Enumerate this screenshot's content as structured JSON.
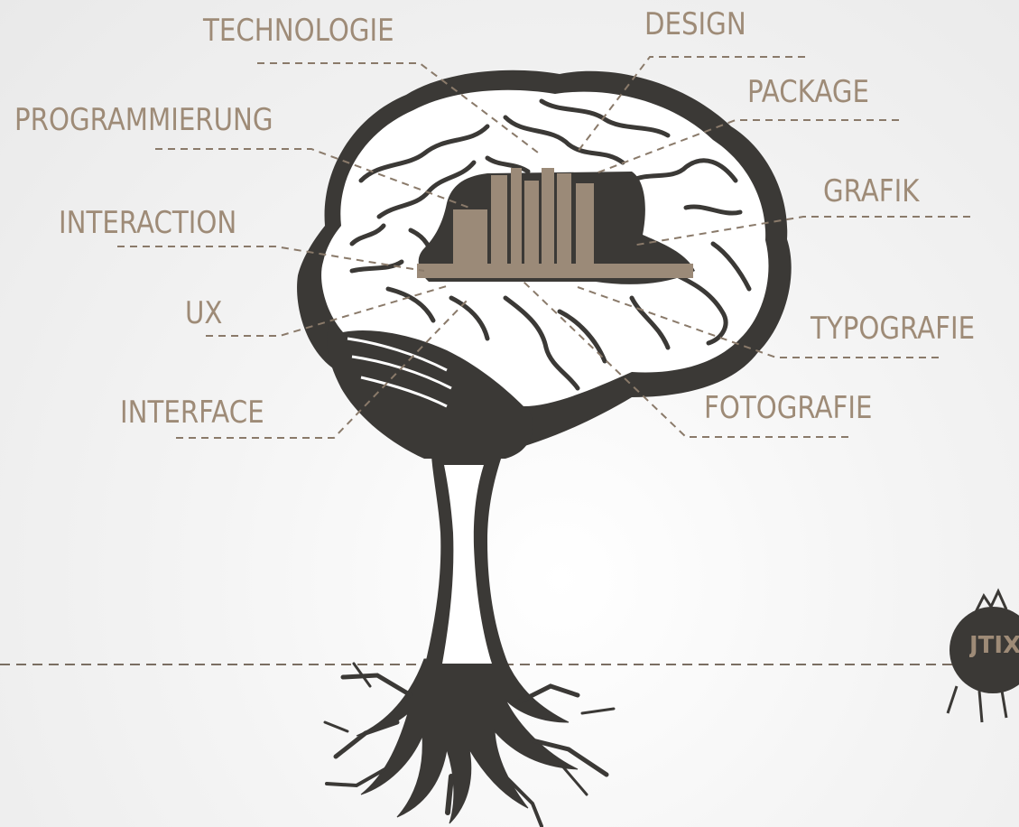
{
  "labels": {
    "technologie": "TECHNOLOGIE",
    "design": "DESIGN",
    "package": "PACKAGE",
    "programmierung": "PROGRAMMIERUNG",
    "grafik": "GRAFIK",
    "interaction": "INTERACTION",
    "ux": "UX",
    "typografie": "TYPOGRAFIE",
    "interface": "INTERFACE",
    "fotografie": "FOTOGRAFIE"
  },
  "logo": {
    "text": "JTIX"
  },
  "colors": {
    "label": "#9e8b77",
    "connector": "#8a7a6a",
    "ink": "#3b3936",
    "brain_fill": "#ffffff",
    "books": "#9b8a78",
    "background": "#efefef"
  }
}
